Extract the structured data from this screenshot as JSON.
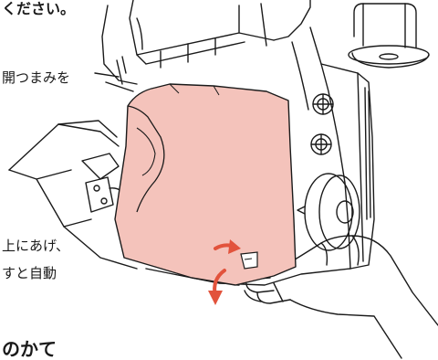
{
  "captions": {
    "top": "ください。",
    "line1": "開つまみを",
    "line2": "上にあげ、",
    "line3": "すと自動",
    "bottom": "のかて"
  },
  "colors": {
    "cover_fill": "#f4c3bb",
    "line": "#1a1a1a",
    "arrow": "#e2533c",
    "background": "#ffffff"
  },
  "icons": {
    "knob_upper": "dial-knob-icon",
    "knob_lower": "dial-knob-icon",
    "handwheel": "handwheel-icon",
    "direction_arrow": "curved-arrow-icon"
  }
}
